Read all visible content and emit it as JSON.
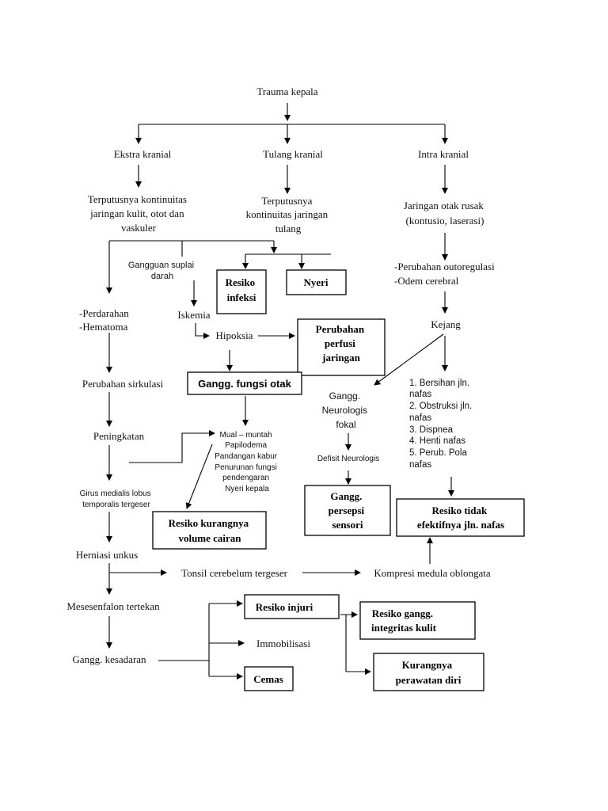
{
  "nodes": {
    "trauma_kepala": "Trauma kepala",
    "ekstra_kranial": "Ekstra kranial",
    "tulang_kranial": "Tulang kranial",
    "intra_kranial": "Intra kranial",
    "terputusnya_kulit": [
      "Terputusnya kontinuitas",
      "jaringan kulit, otot dan",
      "vaskuler"
    ],
    "terputusnya_tulang": [
      "Terputusnya",
      "kontinuitas jaringan",
      "tulang"
    ],
    "jaringan_otak": [
      "Jaringan otak rusak",
      "(kontusio, laserasi)"
    ],
    "gangguan_suplai": [
      "Gangguan suplai",
      "darah"
    ],
    "resiko_infeksi": [
      "Resiko",
      "infeksi"
    ],
    "nyeri": "Nyeri",
    "perubahan_outoregulasi": [
      "-Perubahan outoregulasi",
      "-Odem cerebral"
    ],
    "perdarahan": [
      "-Perdarahan",
      "-Hematoma"
    ],
    "iskemia": "Iskemia",
    "hipoksia": "Hipoksia",
    "perubahan_perfusi": [
      "Perubahan",
      "perfusi",
      "jaringan"
    ],
    "kejang": "Kejang",
    "perubahan_sirkulasi": "Perubahan sirkulasi",
    "gangg_fungsi_otak": "Gangg. fungsi otak",
    "gangg_neurologis": [
      "Gangg.",
      "Neurologis",
      "fokal"
    ],
    "jalan_nafas_list": [
      "1. Bersihan jln.",
      "    nafas",
      "2. Obstruksi jln.",
      "    nafas",
      "3. Dispnea",
      "4. Henti nafas",
      "5. Perub. Pola",
      "    nafas"
    ],
    "peningkatan": "Peningkatan",
    "gejala": [
      "Mual – muntah",
      "Papilodema",
      "Pandangan kabur",
      "Penurunan fungsi",
      "pendengaran",
      "Nyeri kepala"
    ],
    "defisit_neurologis": "Defisit Neurologis",
    "girus": [
      "Girus medialis lobus",
      "temporalis tergeser"
    ],
    "gangg_persepsi": [
      "Gangg.",
      "persepsi",
      "sensori"
    ],
    "resiko_jln_nafas": [
      "Resiko tidak",
      "efektifnya jln. nafas"
    ],
    "resiko_volume_cairan": [
      "Resiko kurangnya",
      "volume cairan"
    ],
    "herniasi_unkus": "Herniasi unkus",
    "tonsil": "Tonsil cerebelum tergeser",
    "kompresi": "Kompresi medula oblongata",
    "mesesenfalon": "Mesesenfalon tertekan",
    "resiko_injuri": "Resiko injuri",
    "resiko_integritas": [
      "Resiko gangg.",
      "integritas kulit"
    ],
    "immobilisasi": "Immobilisasi",
    "gangg_kesadaran": "Gangg. kesadaran",
    "kurangnya_perawatan": [
      "Kurangnya",
      "perawatan diri"
    ],
    "cemas": "Cemas"
  }
}
